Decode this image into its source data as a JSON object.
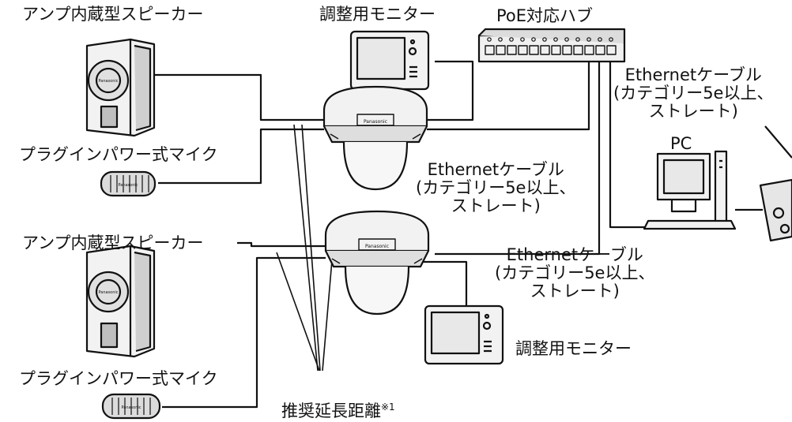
{
  "labels": {
    "speaker_top": "アンプ内蔵型スピーカー",
    "mic_top": "プラグインパワー式マイク",
    "monitor_top": "調整用モニター",
    "hub": "PoE対応ハブ",
    "pc": "PC",
    "speaker_bottom": "アンプ内蔵型スピーカー",
    "mic_bottom": "プラグインパワー式マイク",
    "monitor_bottom": "調整用モニター",
    "distance": "推奨延長距離",
    "distance_note": "※1"
  },
  "cables": [
    {
      "line1": "Ethernetケーブル",
      "line2": "(カテゴリー5e以上、",
      "line3": "ストレート)"
    },
    {
      "line1": "Ethernetケーブル",
      "line2": "(カテゴリー5e以上、",
      "line3": "ストレート)"
    },
    {
      "line1": "Ethernetケーブル",
      "line2": "(カテゴリー5e以上、",
      "line3": "ストレート)"
    }
  ],
  "device_text": {
    "brand": "Panasonic"
  },
  "colors": {
    "line": "#111111",
    "device_fill": "#f2f2f2",
    "device_shade": "#cfcfcf",
    "screen": "#e8e8e8"
  }
}
